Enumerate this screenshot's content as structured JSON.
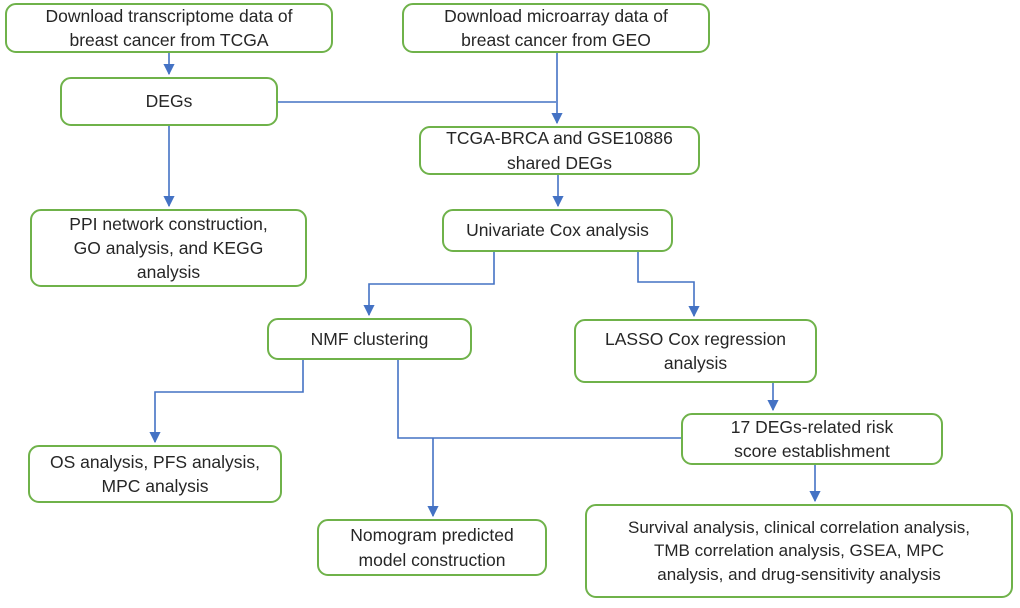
{
  "colors": {
    "box_border": "#6FB24A",
    "connector_color": "#4472C4",
    "text_color": "#262626",
    "bg_color": "#FFFFFF"
  },
  "nodes": {
    "tcga_download": {
      "label": "Download transcriptome data of\nbreast cancer from TCGA"
    },
    "geo_download": {
      "label": "Download microarray data of\nbreast cancer from GEO"
    },
    "degs": {
      "label": "DEGs"
    },
    "shared_degs": {
      "label": "TCGA-BRCA and GSE10886\nshared DEGs"
    },
    "ppi_go_kegg": {
      "label": "PPI network construction,\nGO analysis, and KEGG\nanalysis"
    },
    "univariate_cox": {
      "label": "Univariate Cox analysis"
    },
    "nmf_clustering": {
      "label": "NMF clustering"
    },
    "lasso_cox": {
      "label": "LASSO Cox regression\nanalysis"
    },
    "os_pfs_mpc": {
      "label": "OS analysis, PFS analysis,\nMPC analysis"
    },
    "nomogram": {
      "label": "Nomogram predicted\nmodel construction"
    },
    "risk_score": {
      "label": "17 DEGs-related risk\nscore establishment"
    },
    "downstream": {
      "label": "Survival analysis, clinical correlation analysis,\nTMB correlation analysis, GSEA, MPC\nanalysis, and drug-sensitivity analysis"
    }
  }
}
